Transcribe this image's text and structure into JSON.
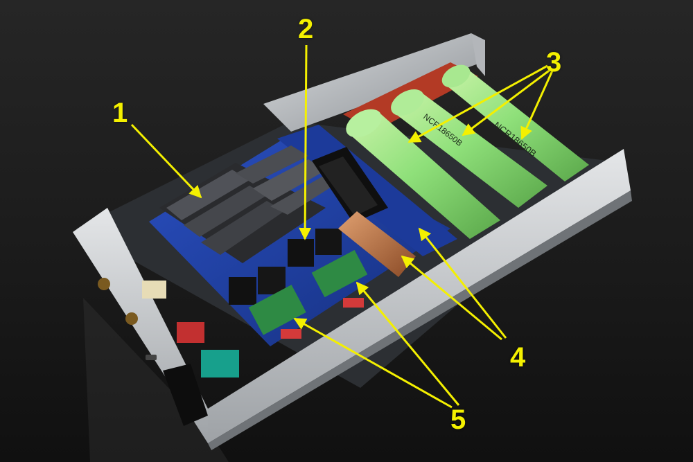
{
  "callouts": [
    {
      "label": "1"
    },
    {
      "label": "2"
    },
    {
      "label": "3"
    },
    {
      "label": "4"
    },
    {
      "label": "5"
    }
  ],
  "battery_text": [
    {
      "text": "NCR18650B"
    },
    {
      "text": "NCR18650B"
    }
  ],
  "colors": {
    "callout": "#f4f000",
    "background": "#1a1a1a",
    "battery": "#8fe07a",
    "board": "#1f3fa0",
    "case": "#c9ccd0"
  }
}
